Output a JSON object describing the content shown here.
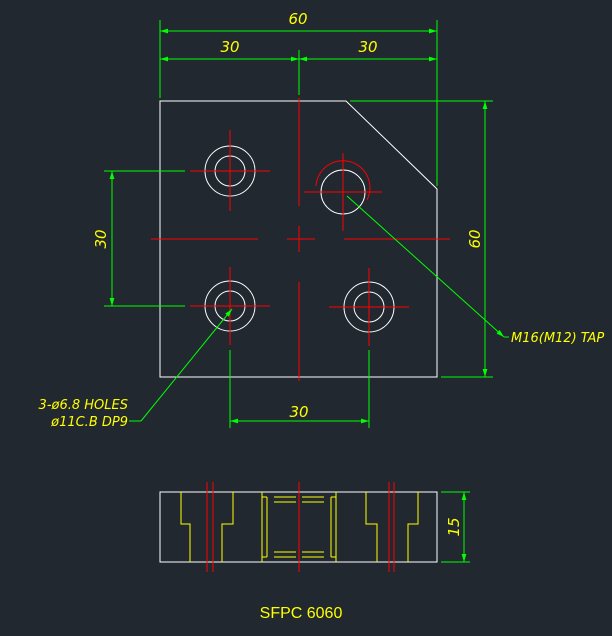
{
  "drawing": {
    "title": "SFPC 6060",
    "dimensions": {
      "overall_width": "60",
      "left_half": "30",
      "right_half": "30",
      "bottom_spacing": "30",
      "left_spacing": "30",
      "overall_height": "60",
      "thickness": "15"
    },
    "callouts": {
      "tap": "M16(M12) TAP",
      "holes_line1": "3-ø6.8 HOLES",
      "holes_line2": "ø11C.B DP9"
    }
  },
  "colors": {
    "background": "#212830",
    "dimension": "#00ff00",
    "outline": "#ffffff",
    "centerline": "#ff0000",
    "hidden": "#ffff00",
    "text": "#ffff00"
  }
}
